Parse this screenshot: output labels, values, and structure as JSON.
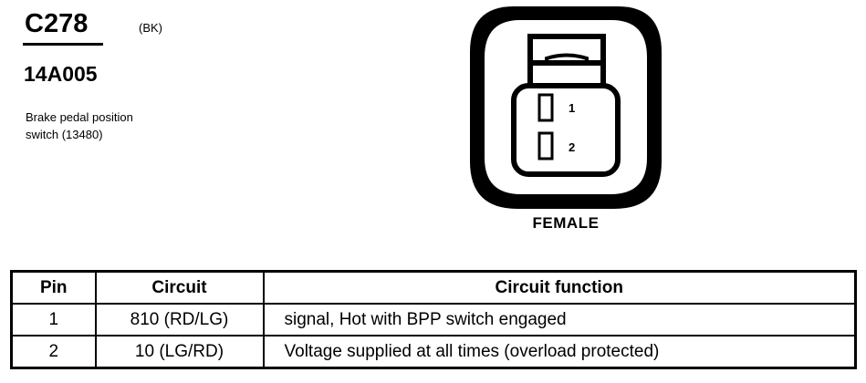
{
  "connector": {
    "id": "C278",
    "color_code": "(BK)",
    "part_number": "14A005",
    "description": "Brake pedal position\nswitch (13480)",
    "gender_label": "FEMALE",
    "pin_labels": [
      "1",
      "2"
    ]
  },
  "table": {
    "headers": {
      "pin": "Pin",
      "circuit": "Circuit",
      "function": "Circuit function"
    },
    "rows": [
      {
        "pin": "1",
        "circuit": "810 (RD/LG)",
        "function": "signal, Hot with BPP switch engaged"
      },
      {
        "pin": "2",
        "circuit": "10 (LG/RD)",
        "function": "Voltage supplied at all times (overload protected)"
      }
    ]
  }
}
